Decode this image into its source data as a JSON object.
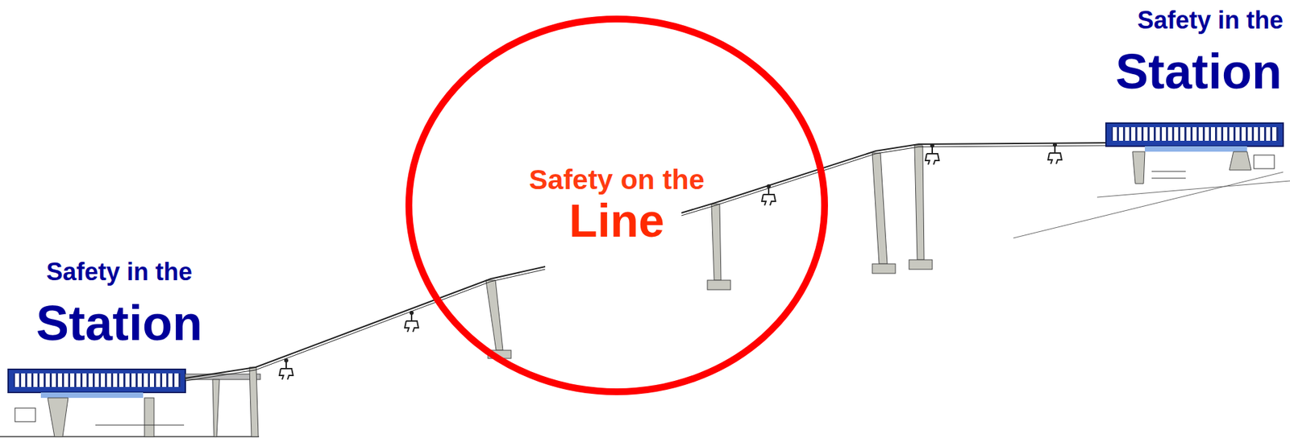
{
  "diagram": {
    "nodes": [
      {
        "text": [
          "Safety on the",
          "Line"
        ]
      }
    ],
    "labels": [
      "Safety in the",
      "Station",
      "Safety in the",
      "Station"
    ]
  }
}
